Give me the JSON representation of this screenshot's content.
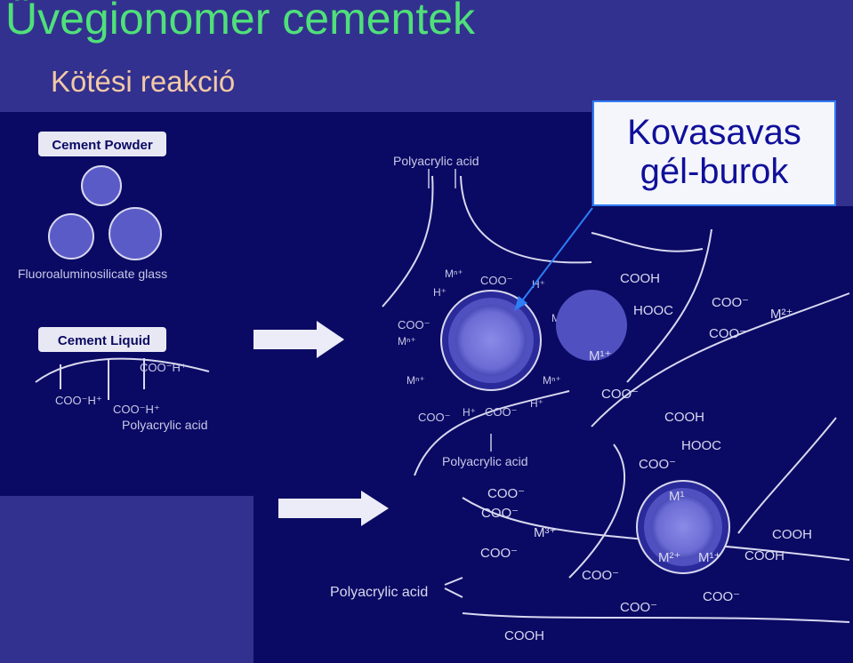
{
  "slide": {
    "title": "Üvegionomer cementek",
    "subtitle": "Kötési reakció",
    "callout": {
      "line1": "Kovasavas",
      "line2": "gél-burok"
    }
  },
  "figure": {
    "cement_powder": "Cement Powder",
    "fluoroglass": "Fluoroaluminosilicate glass",
    "cement_liquid": "Cement Liquid",
    "liquid_labels": {
      "coo_h_top": "COO⁻H⁺",
      "coo_h_left": "COO⁻H⁺",
      "coo_h_mid": "COO⁻H⁺",
      "polyacrylic": "Polyacrylic acid"
    },
    "stage2": {
      "polyacrylic_top": "Polyacrylic acid",
      "polyacrylic_bottom": "Polyacrylic acid",
      "ions": [
        "Mⁿ⁺",
        "H⁺",
        "COO⁻",
        "H⁺",
        "COO⁻",
        "Mⁿ⁺",
        "Mⁿ⁺",
        "Mⁿ⁺",
        "Mⁿ⁺",
        "COO⁻",
        "H⁺",
        "COO⁻",
        "H⁺"
      ]
    },
    "stage3": {
      "labels": [
        "COOH",
        "HOOC",
        "COO⁻",
        "M²⁺",
        "COO⁻",
        "M¹⁺",
        "COO⁻",
        "COOH",
        "HOOC",
        "COO⁻",
        "M¹",
        "COOH",
        "M²⁺",
        "M¹⁺",
        "COOH",
        "COO⁻",
        "COO⁻",
        "COO⁻",
        "COO⁻",
        "M³⁺",
        "COO⁻",
        "COO⁻",
        "COOH"
      ],
      "polyacrylic": "Polyacrylic acid"
    }
  },
  "colors": {
    "background": "#33318f",
    "figure": "#0a0a64",
    "title": "#4fe07a",
    "subtitle": "#f2c9a6",
    "callout_border": "#2f7df6"
  }
}
